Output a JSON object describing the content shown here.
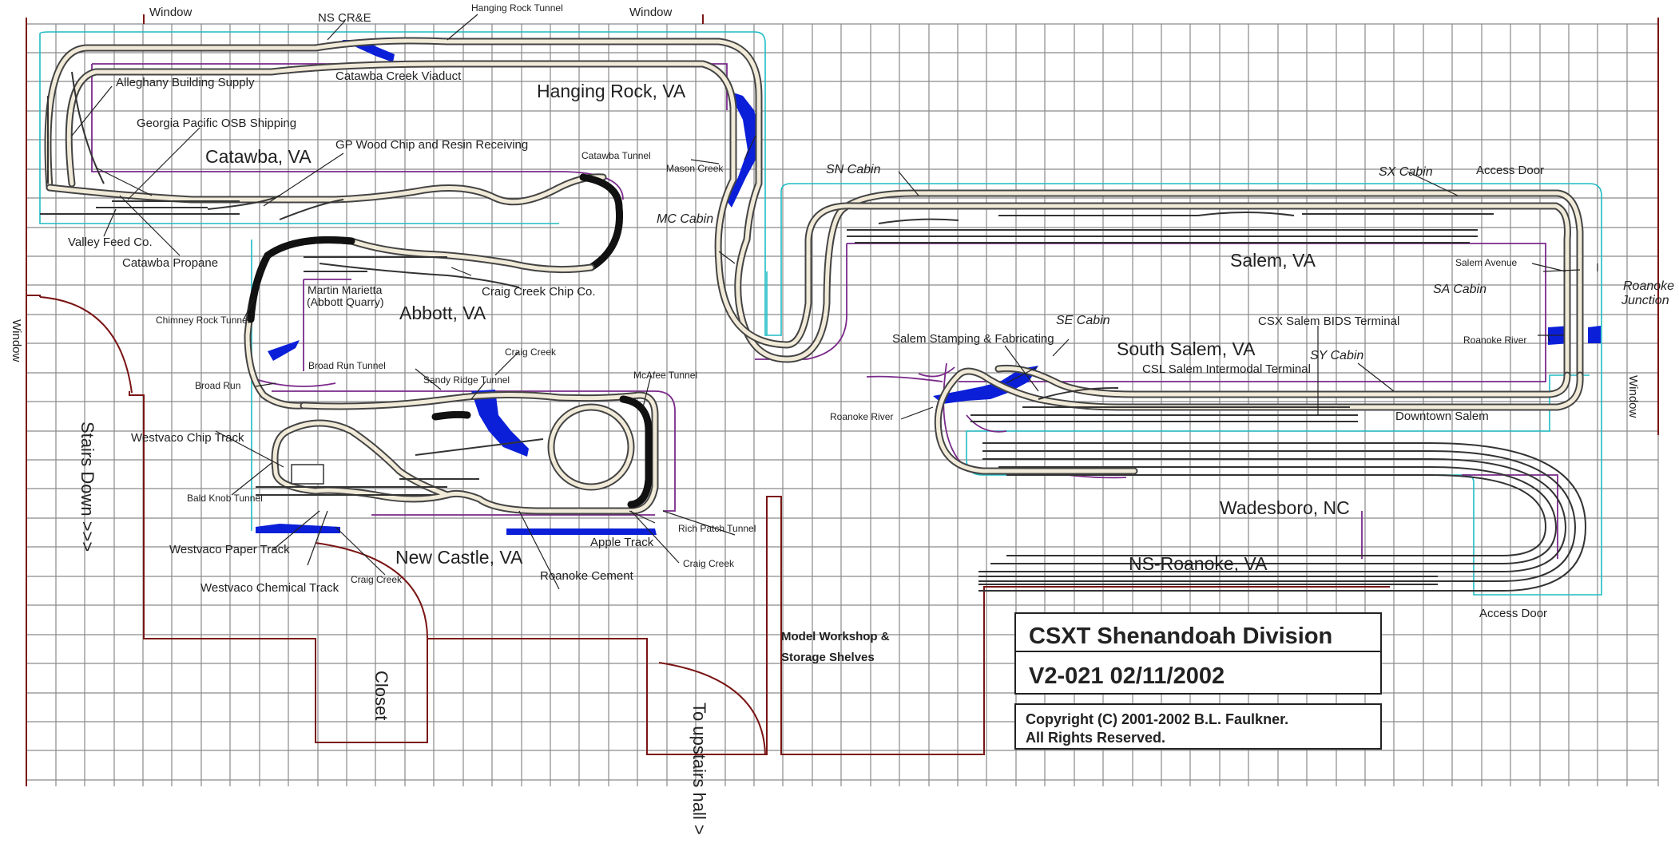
{
  "title_block": {
    "title": "CSXT Shenandoah Division",
    "version": "V2-021 02/11/2002",
    "copyright_line1": "Copyright (C) 2001-2002 B.L. Faulkner.",
    "copyright_line2": "All Rights Reserved."
  },
  "room": {
    "window_top_left": "Window",
    "window_top_mid": "Window",
    "window_left": "Window",
    "window_right": "Window",
    "stairs": "Stairs Down >>>",
    "closet": "Closet",
    "upstairs": "To upstairs hall >",
    "workshop_line1": "Model Workshop &",
    "workshop_line2": "Storage Shelves",
    "access_door_top": "Access Door",
    "access_door_bottom": "Access Door"
  },
  "towns": {
    "hanging_rock": "Hanging Rock, VA",
    "catawba": "Catawba, VA",
    "abbott": "Abbott, VA",
    "new_castle": "New Castle, VA",
    "salem": "Salem, VA",
    "south_salem": "South Salem, VA",
    "wadesboro": "Wadesboro, NC",
    "ns_roanoke": "NS-Roanoke, VA"
  },
  "cabins": {
    "sn": "SN Cabin",
    "sx": "SX Cabin",
    "mc": "MC Cabin",
    "sa": "SA Cabin",
    "se": "SE Cabin",
    "sy": "SY Cabin",
    "roanoke_junction_1": "Roanoke",
    "roanoke_junction_2": "Junction"
  },
  "features": {
    "ns_cre": "NS CR&E",
    "hanging_rock_tunnel": "Hanging Rock Tunnel",
    "catawba_creek_viaduct": "Catawba Creek Viaduct",
    "alleghany": "Alleghany Building Supply",
    "georgia_pacific": "Georgia Pacific OSB Shipping",
    "gp_wood": "GP Wood Chip and Resin Receiving",
    "catawba_tunnel": "Catawba Tunnel",
    "mason_creek": "Mason Creek",
    "valley_feed": "Valley Feed Co.",
    "catawba_propane": "Catawba Propane",
    "craig_creek_chip": "Craig Creek Chip Co.",
    "martin_marietta_1": "Martin Marietta",
    "martin_marietta_2": "(Abbott Quarry)",
    "chimney_rock": "Chimney Rock Tunnel",
    "broad_run": "Broad Run",
    "broad_run_tunnel": "Broad Run Tunnel",
    "craig_creek_top": "Craig Creek",
    "sandy_ridge": "Sandy Ridge Tunnel",
    "mcafee": "McAfee Tunnel",
    "westvaco_chip": "Westvaco Chip Track",
    "bald_knob": "Bald Knob Tunnel",
    "westvaco_paper": "Westvaco Paper Track",
    "westvaco_chemical": "Westvaco Chemical Track",
    "craig_creek_low": "Craig Creek",
    "rich_patch": "Rich Patch Tunnel",
    "apple_track": "Apple Track",
    "craig_creek_right": "Craig Creek",
    "roanoke_cement": "Roanoke Cement",
    "salem_avenue": "Salem Avenue",
    "roanoke_river_right": "Roanoke River",
    "roanoke_river_left": "Roanoke River",
    "salem_stamping": "Salem Stamping & Fabricating",
    "csx_bids": "CSX Salem BIDS Terminal",
    "csl_salem": "CSL Salem Intermodal Terminal",
    "downtown_salem": "Downtown Salem"
  },
  "colors": {
    "grid": "#8a8a8a",
    "walls": "#7a1414",
    "benchwork": "#7a2a8a",
    "fascia": "#1fbcc4",
    "water": "#0b1fd8",
    "track": "#444444"
  }
}
